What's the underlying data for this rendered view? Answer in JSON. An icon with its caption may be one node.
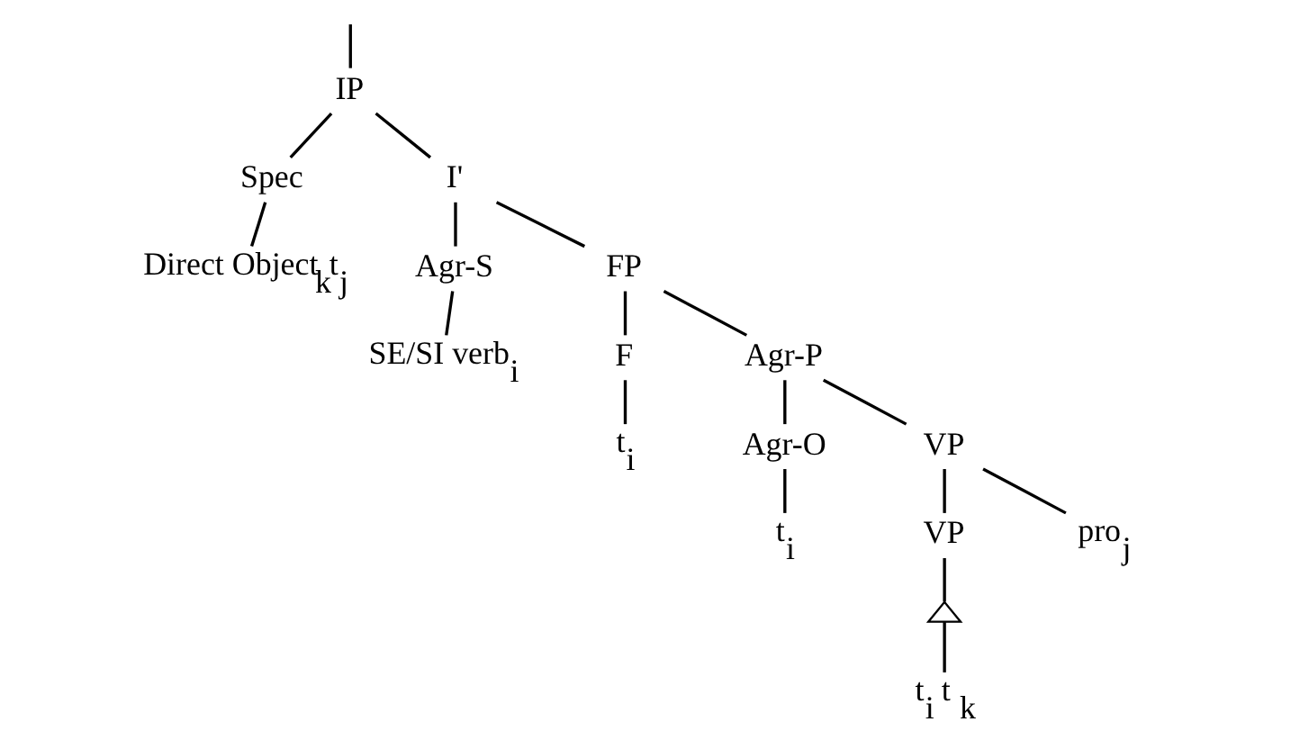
{
  "diagram": {
    "nodes": [
      {
        "text": [
          "IP"
        ]
      },
      {
        "text": [
          "Spec"
        ]
      },
      {
        "text": [
          "I'"
        ]
      },
      {
        "text": [
          "Direct Object$_{k}$t$_{j}$"
        ]
      },
      {
        "text": [
          "Agr-S"
        ]
      },
      {
        "text": [
          "FP"
        ]
      },
      {
        "text": [
          "SE/SI verb$_{i}$"
        ]
      },
      {
        "text": [
          "F"
        ]
      },
      {
        "text": [
          "Agr-P"
        ]
      },
      {
        "text": [
          "t$_{i}$"
        ]
      },
      {
        "text": [
          "Agr-O"
        ]
      },
      {
        "text": [
          "VP"
        ]
      },
      {
        "text": [
          "t$_{i}$"
        ]
      },
      {
        "text": [
          "VP"
        ]
      },
      {
        "text": [
          "pro$_{j}$"
        ]
      },
      {
        "text": [],
        "shape": "triangle"
      },
      {
        "text": [
          "t$_{i}$  t$_{k}$"
        ]
      }
    ],
    "edges": [
      {
        "from": null,
        "to": 0,
        "arrow": "none"
      },
      {
        "from": 0,
        "to": 1,
        "arrow": "none"
      },
      {
        "from": 0,
        "to": 2,
        "arrow": "none"
      },
      {
        "from": 1,
        "to": 3,
        "arrow": "none"
      },
      {
        "from": 2,
        "to": 4,
        "arrow": "none"
      },
      {
        "from": 2,
        "to": 5,
        "arrow": "none"
      },
      {
        "from": 4,
        "to": 6,
        "arrow": "none"
      },
      {
        "from": 5,
        "to": 7,
        "arrow": "none"
      },
      {
        "from": 5,
        "to": 8,
        "arrow": "none"
      },
      {
        "from": 7,
        "to": 9,
        "arrow": "none"
      },
      {
        "from": 8,
        "to": 10,
        "arrow": "none"
      },
      {
        "from": 8,
        "to": 11,
        "arrow": "none"
      },
      {
        "from": 10,
        "to": 12,
        "arrow": "none"
      },
      {
        "from": 11,
        "to": 13,
        "arrow": "none"
      },
      {
        "from": 11,
        "to": 14,
        "arrow": "none"
      },
      {
        "from": 13,
        "to": 15,
        "arrow": "none"
      },
      {
        "from": 15,
        "to": 16,
        "arrow": "none"
      }
    ]
  }
}
